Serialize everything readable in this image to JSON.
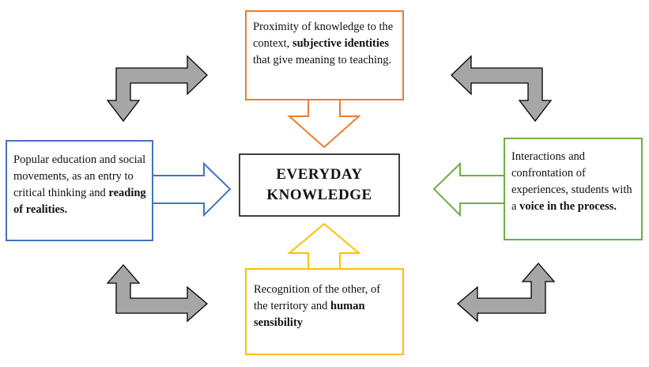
{
  "center": {
    "line1": "EVERYDAY",
    "line2": "KNOWLEDGE"
  },
  "top_box": {
    "text_before": "Proximity of knowledge to the context, ",
    "bold": "subjective identities",
    "text_after": " that give meaning to teaching.",
    "color": "#ED7D31"
  },
  "left_box": {
    "text_before": "Popular education and social movements, as an entry to critical thinking and ",
    "bold": "reading of realities.",
    "text_after": "",
    "color": "#4472C4"
  },
  "right_box": {
    "text_before": "Interactions and confrontation of experiences, students with a ",
    "bold": "voice in the process.",
    "text_after": "",
    "color": "#70AD47"
  },
  "bottom_box": {
    "text_before": "Recognition of the other, of the territory and ",
    "bold": "human sensibility",
    "text_after": "",
    "color": "#FFC000"
  },
  "connector_color": "#A6A6A6"
}
